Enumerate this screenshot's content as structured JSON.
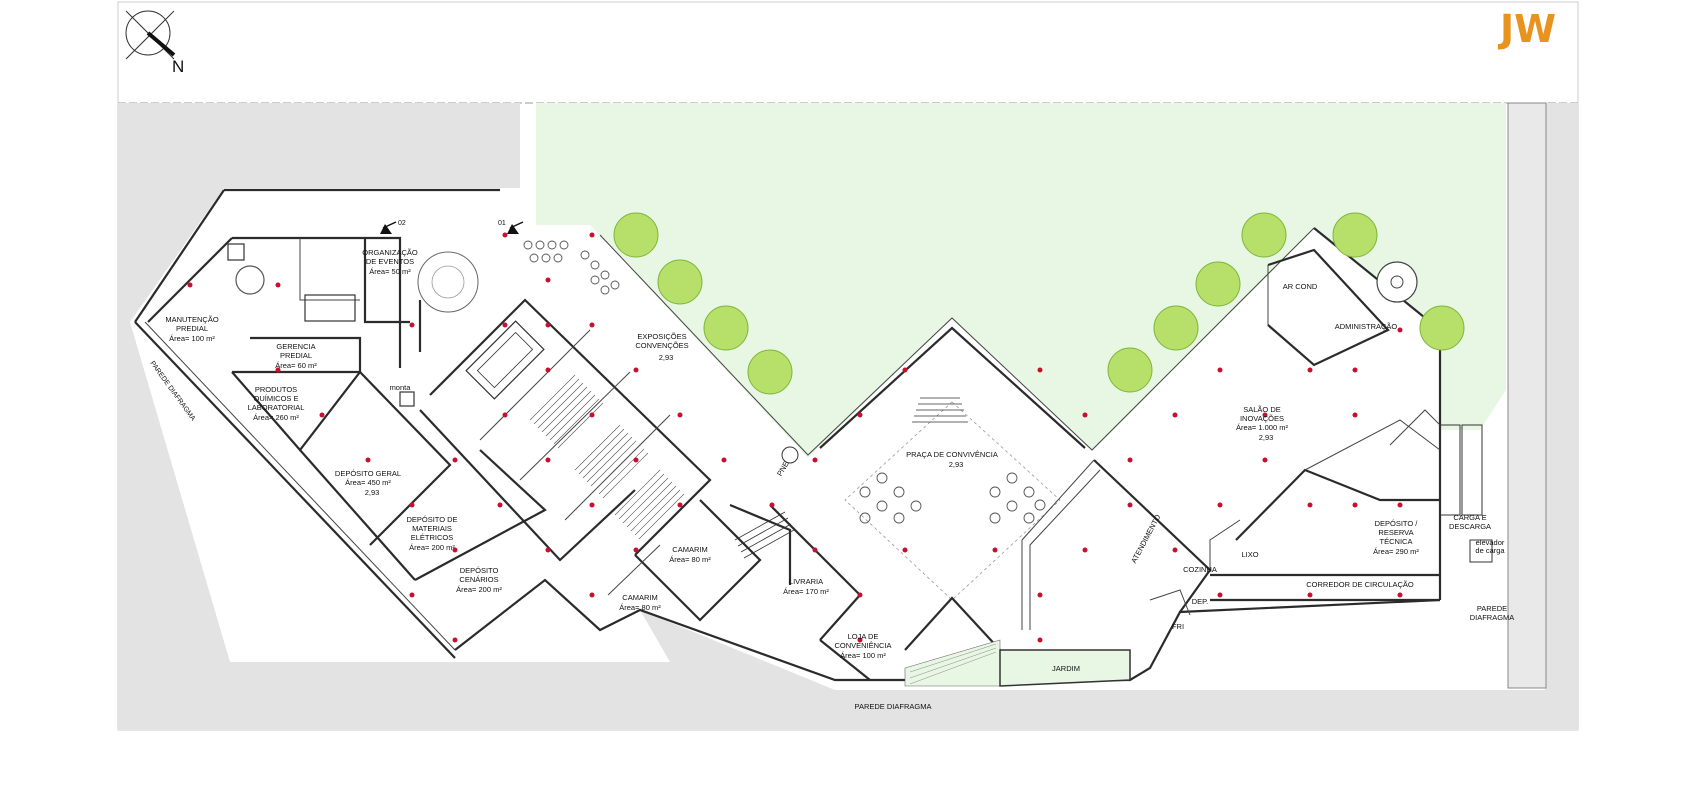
{
  "logo": "JW",
  "north": "N",
  "rooms": {
    "manutencao": [
      "MANUTENÇÃO",
      "PREDIAL",
      "Área= 100 m²"
    ],
    "gerencia": [
      "GERENCIA",
      "PREDIAL",
      "Área= 60 m²"
    ],
    "organizacao": [
      "ORGANIZAÇÃO",
      "DE EVENTOS",
      "Área= 50 m²"
    ],
    "produtos": [
      "PRODUTOS",
      "QUÍMICOS E",
      "LABORATORIAL",
      "Área= 260 m²"
    ],
    "deposito_geral": [
      "DEPÓSITO GERAL",
      "Área= 450 m²",
      "2,93"
    ],
    "deposito_materiais": [
      "DEPÓSITO DE",
      "MATERIAIS",
      "ELÉTRICOS",
      "Área= 200 m²"
    ],
    "deposito_cenarios": [
      "DEPÓSITO",
      "CENÁRIOS",
      "Área= 200 m²"
    ],
    "exposicoes": [
      "EXPOSIÇÕES",
      "CONVENÇÕES",
      "2,93"
    ],
    "camarim1": [
      "CAMARIM",
      "Área= 80 m²"
    ],
    "camarim2": [
      "CAMARIM",
      "Área= 80 m²"
    ],
    "livraria": [
      "LIVRARIA",
      "Área= 170 m²"
    ],
    "loja": [
      "LOJA DE",
      "CONVENIÊNCIA",
      "Área= 100 m²"
    ],
    "praca": [
      "PRAÇA DE CONVIVÊNCIA",
      "2,93"
    ],
    "jardim": "JARDIM",
    "atendimento": "ATENDIMENTO",
    "cozinha": "COZINHA",
    "lixo": "LIXO",
    "dep": "DEP.",
    "fri": "FRI",
    "salao": [
      "SALÃO DE",
      "INOVAÇÕES",
      "Área= 1.000 m²",
      "2,93"
    ],
    "ar_cond": "AR COND",
    "administracao": "ADMINISTRAÇÃO",
    "deposito_reserva": [
      "DEPÓSITO /",
      "RESERVA",
      "TÉCNICA",
      "Área= 290 m²"
    ],
    "carga": [
      "CARGA E",
      "DESCARGA"
    ],
    "elevador": [
      "elevador",
      "de carga"
    ],
    "corredor": "CORREDOR DE CIRCULAÇÃO",
    "monta": "monta",
    "pne": "PNE"
  },
  "walls": {
    "parede_left": "PAREDE DIAFRAGMA",
    "parede_bottom": "PAREDE DIAFRAGMA",
    "parede_right": [
      "PAREDE",
      "DIAFRAGMA"
    ]
  },
  "sections": {
    "a01": "01",
    "a02": "02"
  },
  "colors": {
    "lawn": "#e8f6e4",
    "paving": "#e3e3e3",
    "tree": "#b6e06a",
    "column": "#c8102e",
    "logo": "#e8931e"
  }
}
